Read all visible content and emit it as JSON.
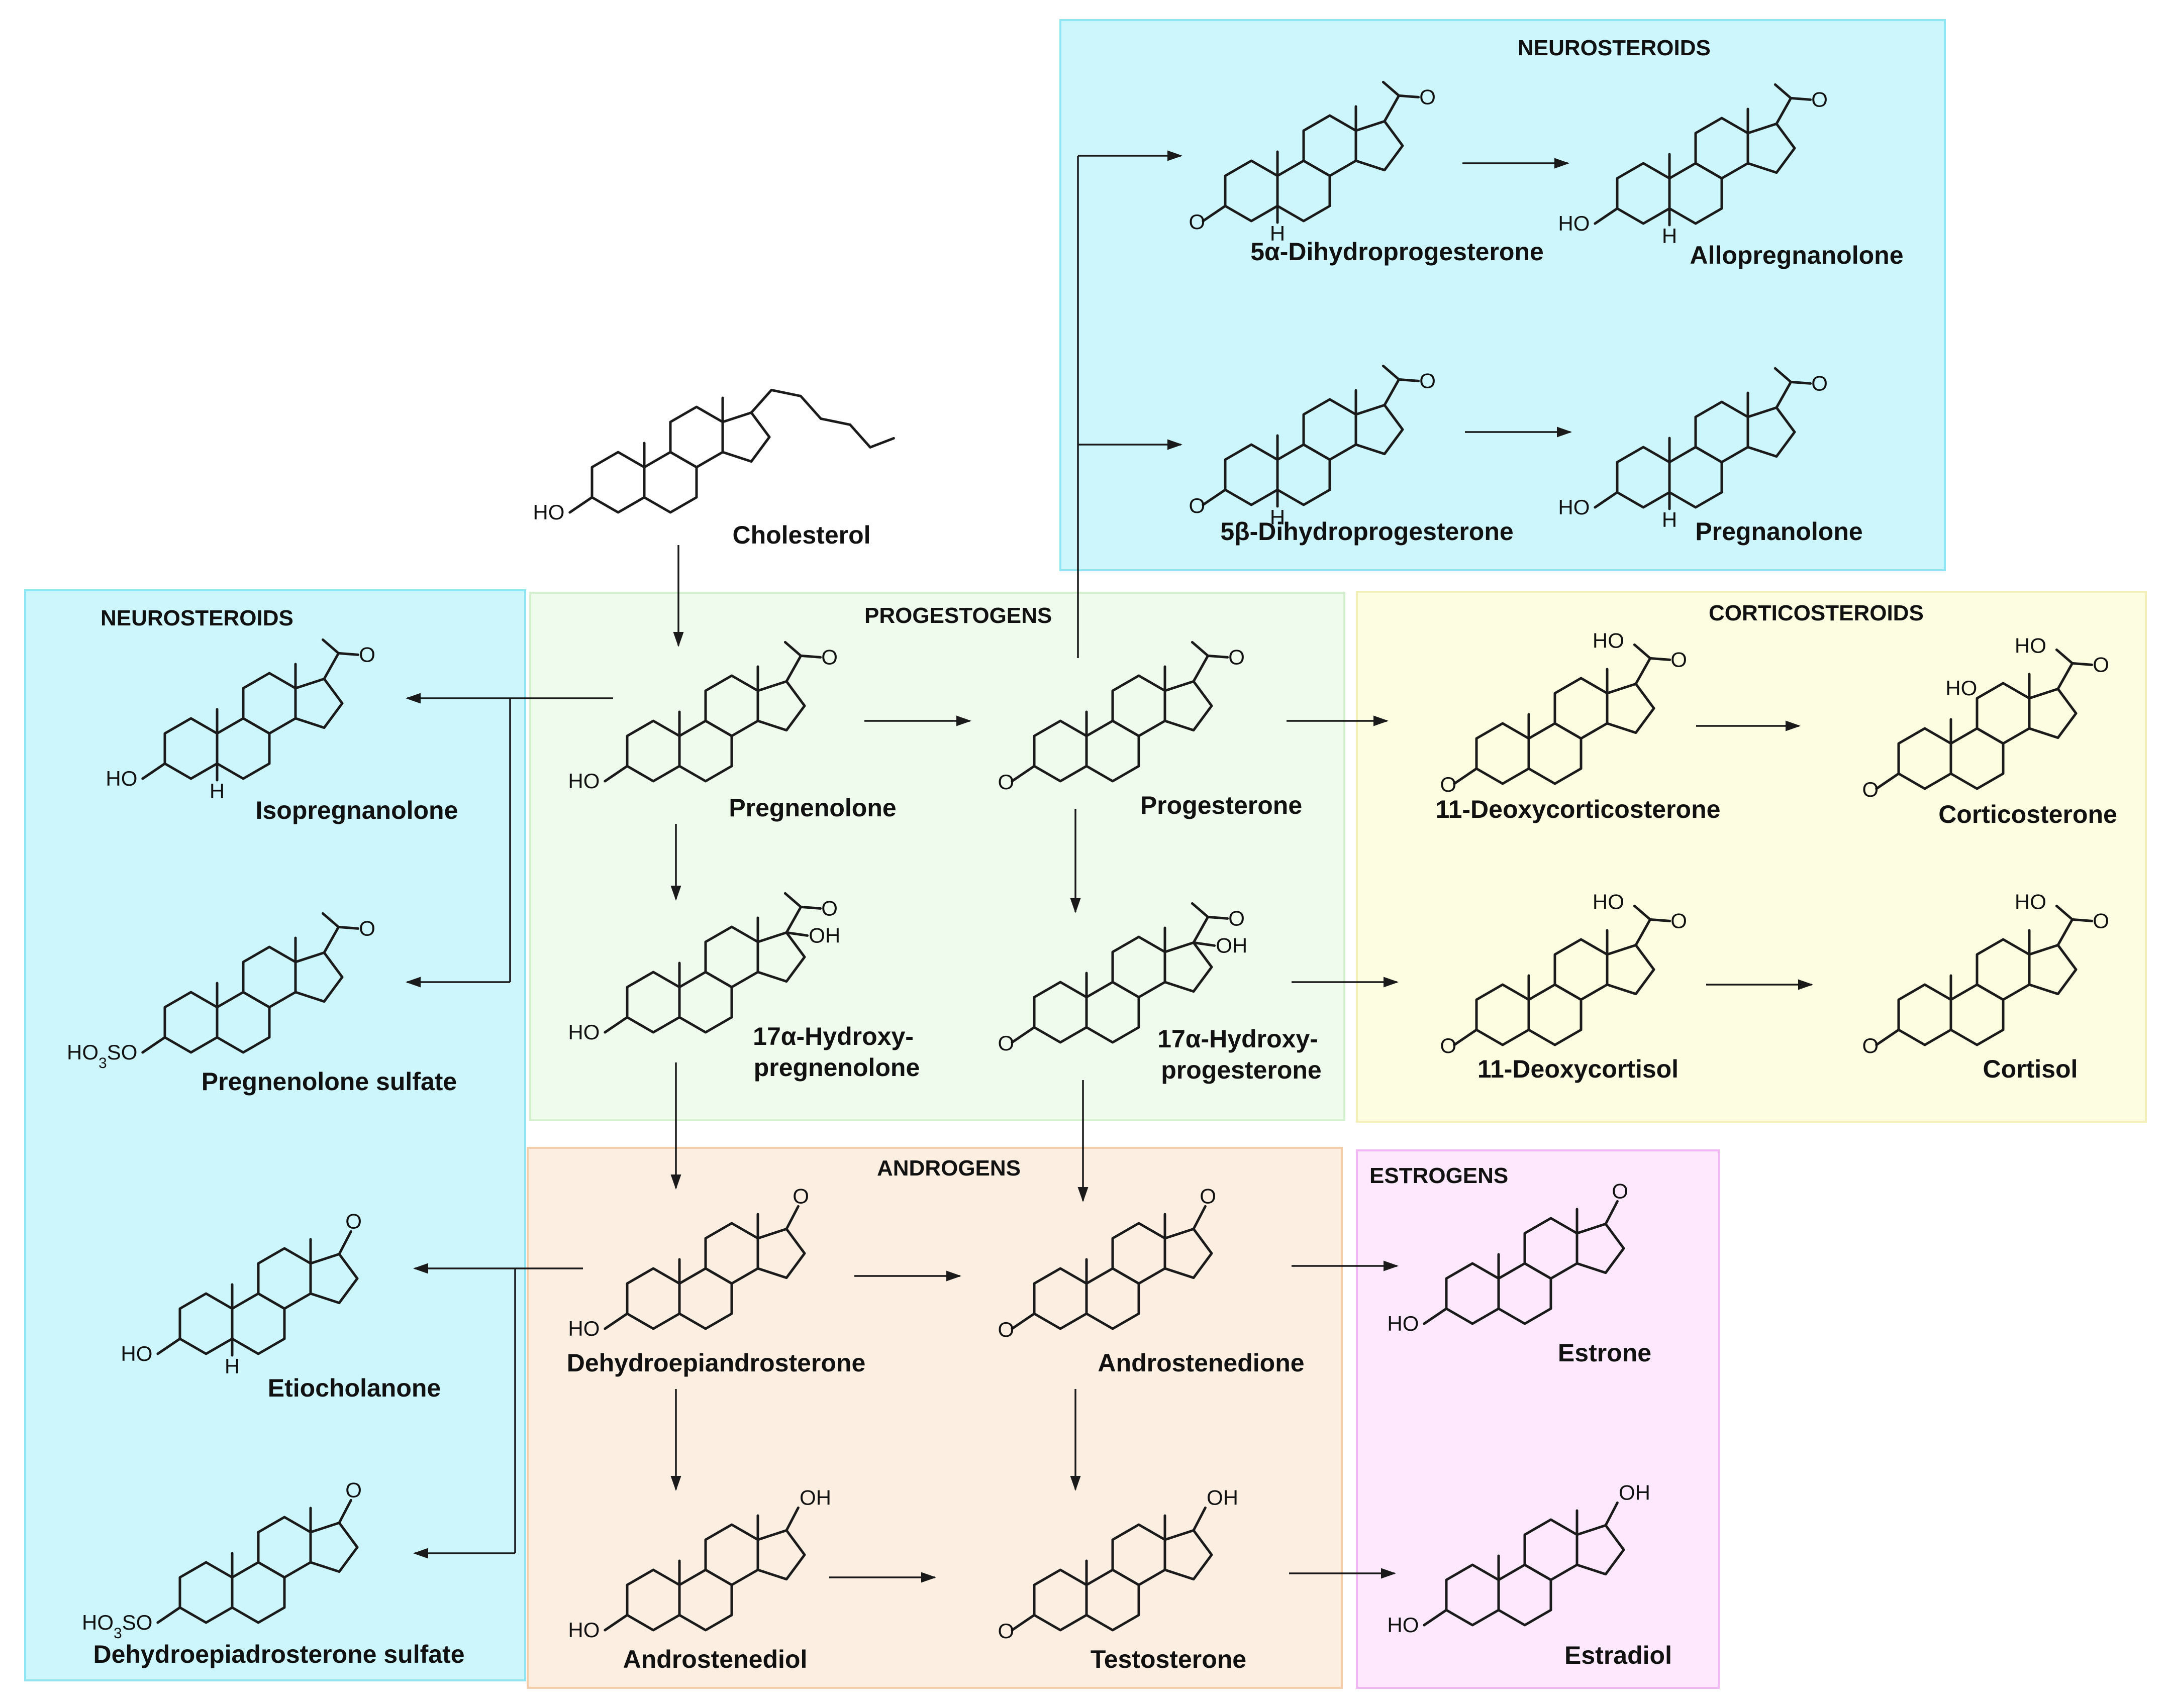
{
  "sections": [
    {
      "id": "neuro-top",
      "title": "NEUROSTEROIDS",
      "color": "#ccf6fb",
      "border": "#8fe6f2"
    },
    {
      "id": "neuro-left",
      "title": "NEUROSTEROIDS",
      "color": "#ccf6fb",
      "border": "#8fe6f2"
    },
    {
      "id": "progestogens",
      "title": "PROGESTOGENS",
      "color": "#effbec",
      "border": "#d4f0cf"
    },
    {
      "id": "corticosteroids",
      "title": "CORTICOSTEROIDS",
      "color": "#fdfde2",
      "border": "#f2f0b8"
    },
    {
      "id": "androgens",
      "title": "ANDROGENS",
      "color": "#fdeee2",
      "border": "#f3cda9"
    },
    {
      "id": "estrogens",
      "title": "ESTROGENS",
      "color": "#fde8fd",
      "border": "#f0b8f2"
    }
  ],
  "compounds": [
    {
      "id": "cholesterol",
      "name": "Cholesterol"
    },
    {
      "id": "dhp5a",
      "name": "5α-Dihydroprogesterone"
    },
    {
      "id": "allopregnanolone",
      "name": "Allopregnanolone"
    },
    {
      "id": "dhp5b",
      "name": "5β-Dihydroprogesterone"
    },
    {
      "id": "pregnanolone",
      "name": "Pregnanolone"
    },
    {
      "id": "isopregnanolone",
      "name": "Isopregnanolone"
    },
    {
      "id": "preg-sulfate",
      "name": "Pregnenolone sulfate"
    },
    {
      "id": "etiocholanone",
      "name": "Etiocholanone"
    },
    {
      "id": "dheas",
      "name": "Dehydroepiadrosterone sulfate"
    },
    {
      "id": "pregnenolone",
      "name": "Pregnenolone"
    },
    {
      "id": "progesterone",
      "name": "Progesterone"
    },
    {
      "id": "ohpreg",
      "name": "17α-Hydroxy-\npregnenolone"
    },
    {
      "id": "ohprog",
      "name": "17α-Hydroxy-\nprogesterone"
    },
    {
      "id": "doc",
      "name": "11-Deoxycorticosterone"
    },
    {
      "id": "corticosterone",
      "name": "Corticosterone"
    },
    {
      "id": "deoxycortisol",
      "name": "11-Deoxycortisol"
    },
    {
      "id": "cortisol",
      "name": "Cortisol"
    },
    {
      "id": "dhea",
      "name": "Dehydroepiandrosterone"
    },
    {
      "id": "androstenedione",
      "name": "Androstenedione"
    },
    {
      "id": "androstenediol",
      "name": "Androstenediol"
    },
    {
      "id": "testosterone",
      "name": "Testosterone"
    },
    {
      "id": "estrone",
      "name": "Estrone"
    },
    {
      "id": "estradiol",
      "name": "Estradiol"
    }
  ],
  "atom_labels": {
    "oh_left": "HO",
    "oh_right": "OH",
    "oxygen": "O",
    "hydrogen": "H",
    "sulfate_prefix": "HO",
    "sulfate_sub": "3",
    "sulfate_suffix": "SO"
  }
}
